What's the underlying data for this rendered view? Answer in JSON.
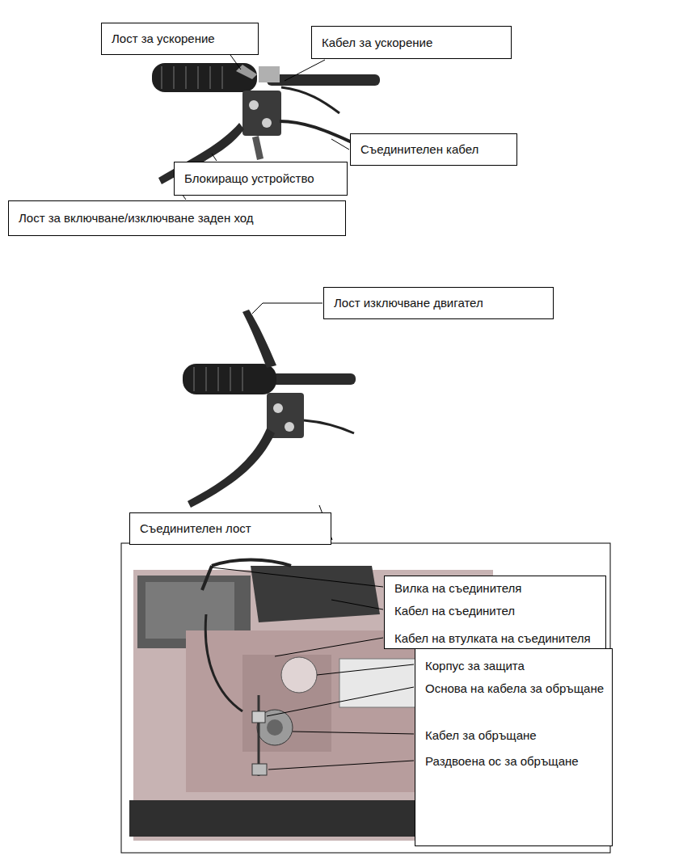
{
  "diagram": {
    "nodes": [
      {
        "text": [
          "Лост за ускорение"
        ]
      },
      {
        "text": [
          "Кабел за ускорение"
        ]
      },
      {
        "text": [
          "Съединителен кабел"
        ]
      },
      {
        "text": [
          "Блокиращо устройство"
        ]
      },
      {
        "text": [
          "Лост за включване/изключване заден ход"
        ]
      },
      {
        "text": [
          "Лост изключване двигател"
        ]
      },
      {
        "text": [
          "Съединителен лост"
        ]
      },
      {
        "text": [
          "Вилка на съединителя",
          "Кабел на съединител",
          "Кабел на втулката на съединителя"
        ]
      },
      {
        "text": [
          "Корпус за защита",
          "Основа на кабела за обръщане",
          "Кабел за обръщане",
          "Раздвоена ос за обръщане"
        ]
      }
    ]
  }
}
